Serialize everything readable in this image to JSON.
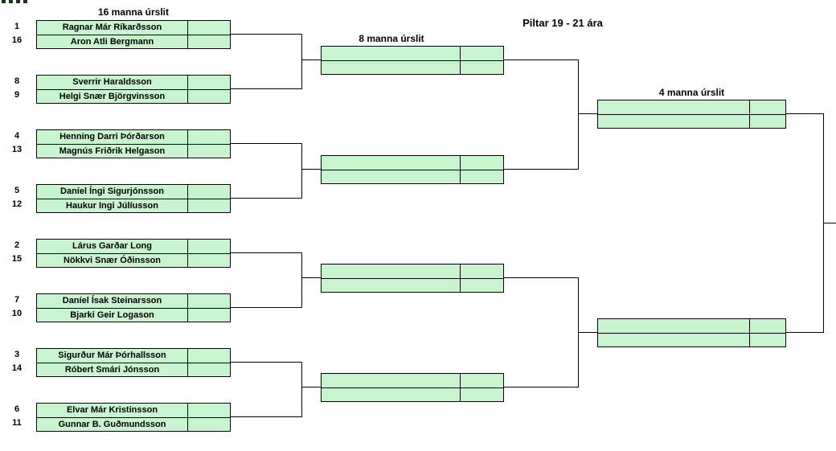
{
  "title": "Piltar 19 - 21 ára",
  "rounds": {
    "r16_label": "16 manna úrslit",
    "r8_label": "8 manna úrslit",
    "r4_label": "4 manna úrslit"
  },
  "colors": {
    "box_fill": "#c8f4d0",
    "box_border": "#000000",
    "connector_line": "#000000",
    "text": "#000000"
  },
  "entries": [
    {
      "seed": "1",
      "name": "Ragnar Már Ríkarðsson",
      "score": ""
    },
    {
      "seed": "16",
      "name": "Aron Atli Bergmann",
      "score": ""
    },
    {
      "seed": "8",
      "name": "Sverrir Haraldsson",
      "score": ""
    },
    {
      "seed": "9",
      "name": "Helgi Snær Björgvinsson",
      "score": ""
    },
    {
      "seed": "4",
      "name": "Henning Darri Þórðarson",
      "score": ""
    },
    {
      "seed": "13",
      "name": "Magnús Friðrik Helgason",
      "score": ""
    },
    {
      "seed": "5",
      "name": "Daníel Íngi Sigurjónsson",
      "score": ""
    },
    {
      "seed": "12",
      "name": "Haukur Ingi Júlíusson",
      "score": ""
    },
    {
      "seed": "2",
      "name": "Lárus Garðar Long",
      "score": ""
    },
    {
      "seed": "15",
      "name": "Nökkvi Snær Óðinsson",
      "score": ""
    },
    {
      "seed": "7",
      "name": "Daníel Ísak Steinarsson",
      "score": ""
    },
    {
      "seed": "10",
      "name": "Bjarki Geir Logason",
      "score": ""
    },
    {
      "seed": "3",
      "name": "Sigurður Már Þórhallsson",
      "score": ""
    },
    {
      "seed": "14",
      "name": "Róbert Smári Jónsson",
      "score": ""
    },
    {
      "seed": "6",
      "name": "Elvar Már Kristinsson",
      "score": ""
    },
    {
      "seed": "11",
      "name": "Gunnar B. Guðmundsson",
      "score": ""
    }
  ]
}
